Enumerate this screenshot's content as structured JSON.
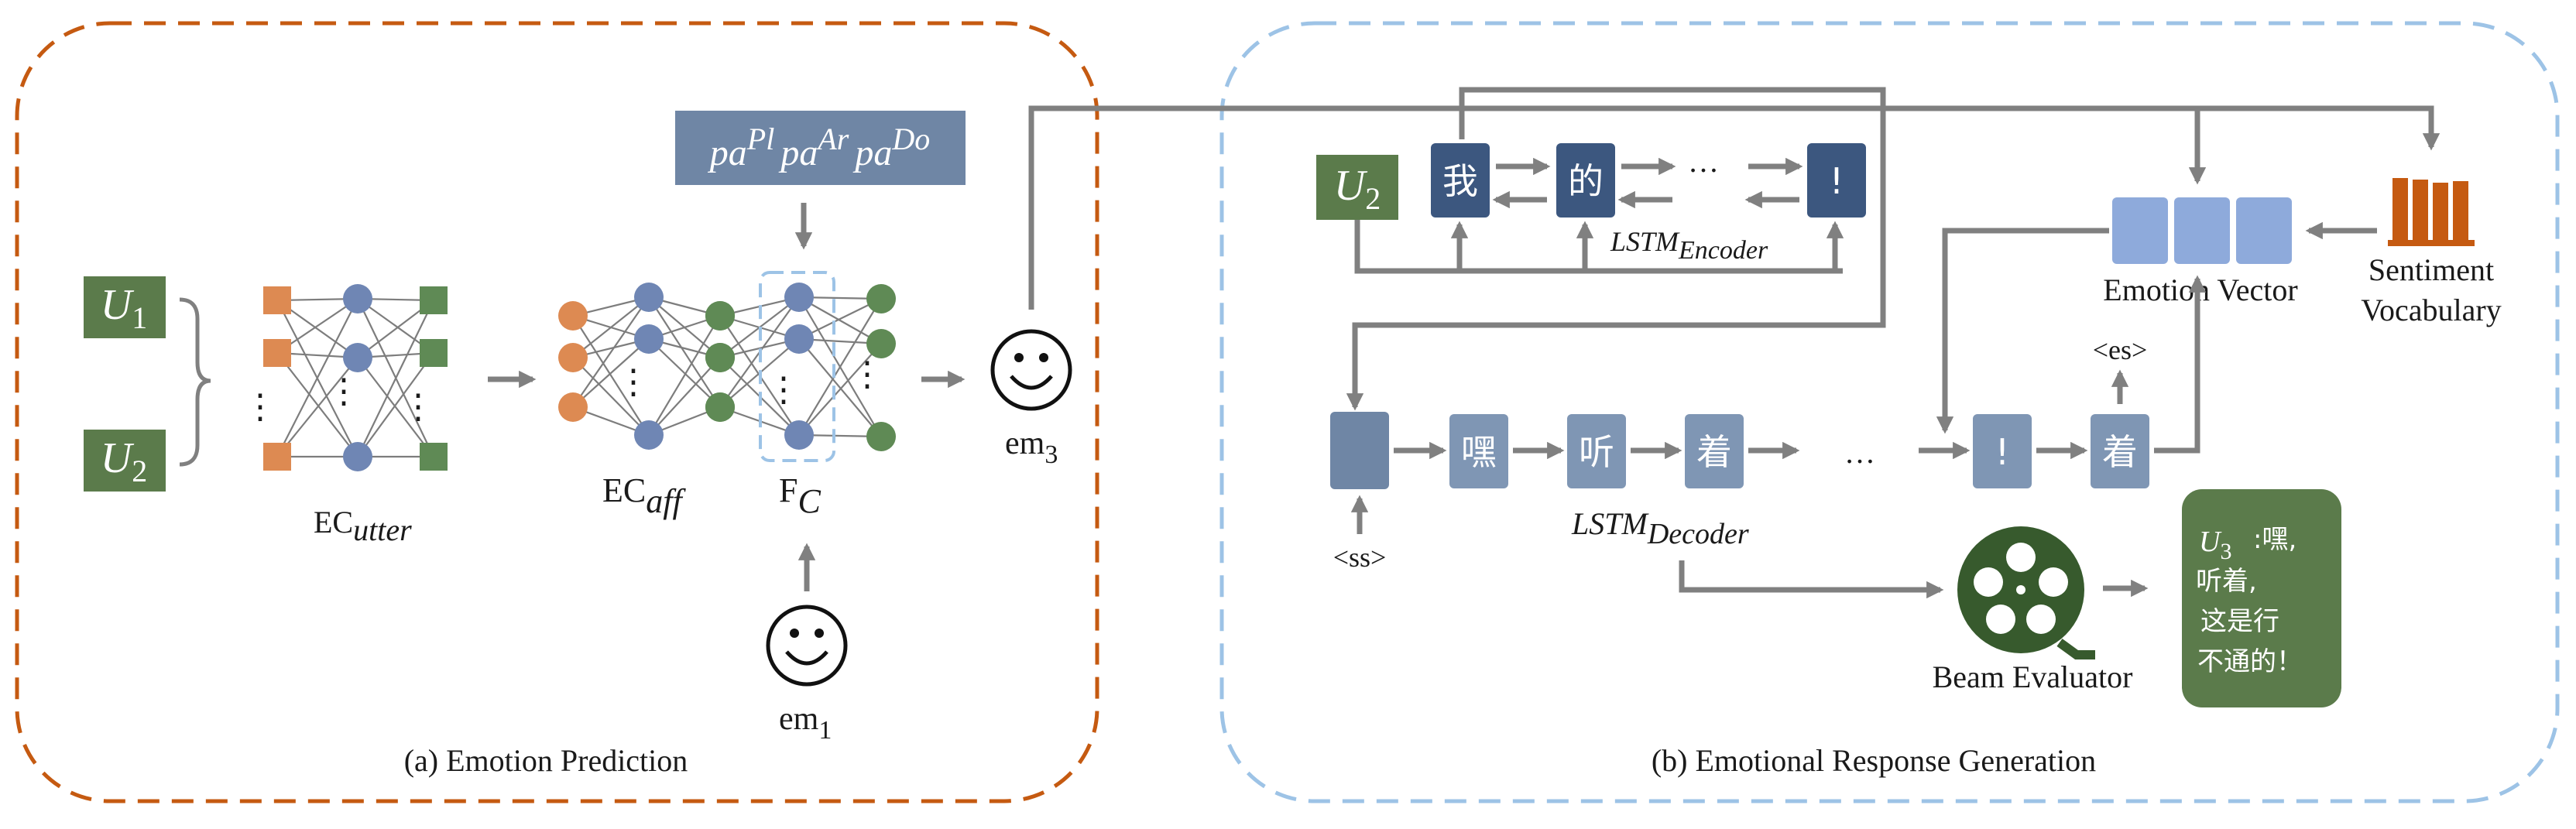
{
  "colors": {
    "panel_a_border": "#c55a11",
    "panel_b_border": "#9dc3e6",
    "utterance_box": "#5b7b4b",
    "param_box": "#6f86a5",
    "encoder_box": "#3c577f",
    "decoder_box": "#7f96b4",
    "emotion_vector": "#8eaadb",
    "response_box": "#5b7b4b",
    "node_orange": "#dd8a52",
    "node_blue": "#6f86b4",
    "node_green": "#5f8a55",
    "arrow": "#808080"
  },
  "panel_a": {
    "caption": "(a) Emotion Prediction",
    "utterances": [
      {
        "base": "U",
        "sub": "1"
      },
      {
        "base": "U",
        "sub": "2"
      }
    ],
    "ec_utter": {
      "base": "EC",
      "sub": "utter"
    },
    "ec_aff": {
      "base": "EC",
      "sub": "aff"
    },
    "fc": {
      "base": "F",
      "sub": "C"
    },
    "params": [
      {
        "base": "pa",
        "sup": "Pl"
      },
      {
        "base": "pa",
        "sup": "Ar"
      },
      {
        "base": "pa",
        "sup": "Do"
      }
    ],
    "em1": {
      "base": "em",
      "sub": "1"
    },
    "em3": {
      "base": "em",
      "sub": "3"
    },
    "smiley_icon": "smiley-face-icon"
  },
  "panel_b": {
    "caption": "(b) Emotional Response Generation",
    "u2": {
      "base": "U",
      "sub": "2"
    },
    "encoder_tokens": [
      "我",
      "的",
      "!"
    ],
    "encoder_ellipsis": "…",
    "encoder_label": {
      "base": "LSTM",
      "sub": "Encoder"
    },
    "emotion_vector_label": "Emotion Vector",
    "sentiment_vocab_label": [
      "Sentiment",
      "Vocabulary"
    ],
    "books_icon": "books-icon",
    "decoder_tokens": [
      "嘿",
      "听",
      "着",
      "!",
      "着"
    ],
    "decoder_ellipsis": "…",
    "decoder_label": {
      "base": "LSTM",
      "sub": "Decoder"
    },
    "start_token": "<ss>",
    "end_token": "<es>",
    "beam_evaluator_label": "Beam Evaluator",
    "film_reel_icon": "film-reel-icon",
    "response": {
      "speaker_base": "U",
      "speaker_sub": "3",
      "lines": [
        ":嘿,",
        "听着,",
        "这是行",
        "不通的！"
      ]
    }
  }
}
